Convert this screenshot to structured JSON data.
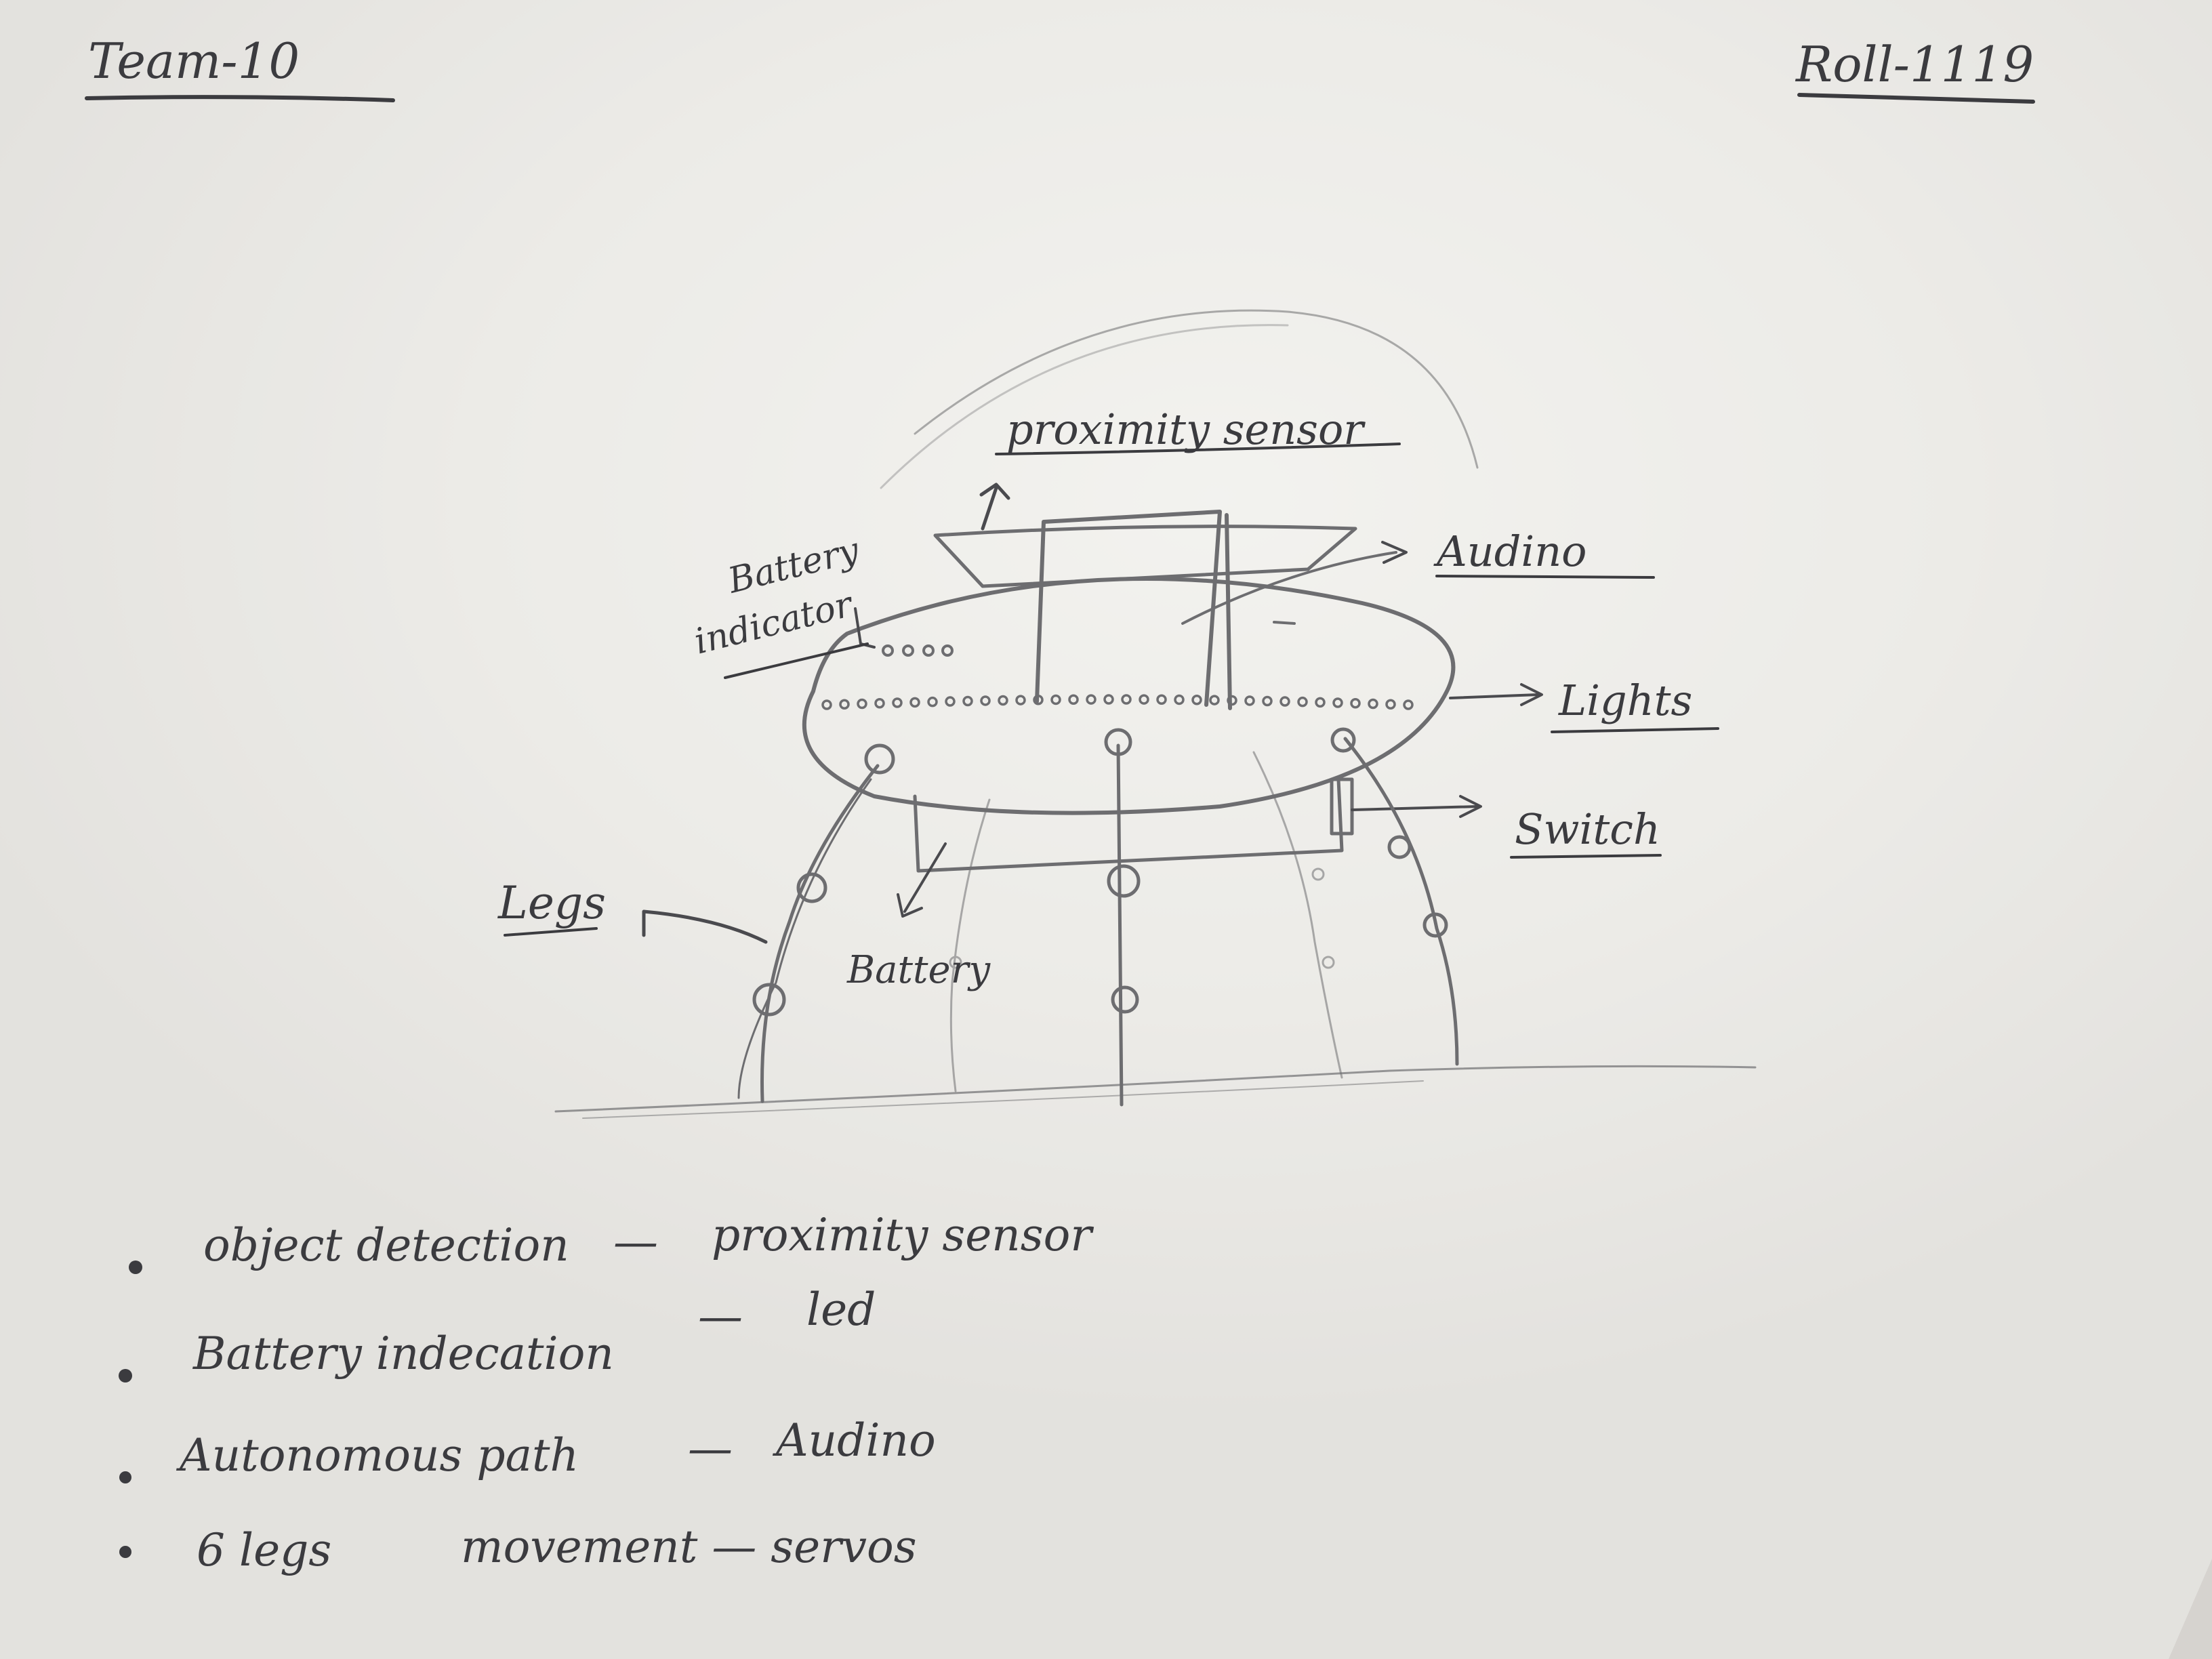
{
  "header": {
    "team": "Team-10",
    "roll": "Roll-1119"
  },
  "diagram": {
    "labels": {
      "proximity_sensor": "proximity sensor",
      "arduino": "Audino",
      "battery_indicator_line1": "Battery",
      "battery_indicator_line2": "indicator",
      "lights": "Lights",
      "switch": "Switch",
      "legs": "Legs",
      "battery": "Battery"
    }
  },
  "notes": [
    {
      "feature": "object detection",
      "component": "proximity sensor"
    },
    {
      "feature": "Battery indecation",
      "component": "led"
    },
    {
      "feature": "Autonomous path",
      "component": "Audino"
    },
    {
      "feature": "6 legs",
      "component": "movement — servos"
    }
  ],
  "colors": {
    "ink": "#3b3b3f",
    "pencil": "#6d6d70",
    "paper": "#f3f2ef"
  }
}
